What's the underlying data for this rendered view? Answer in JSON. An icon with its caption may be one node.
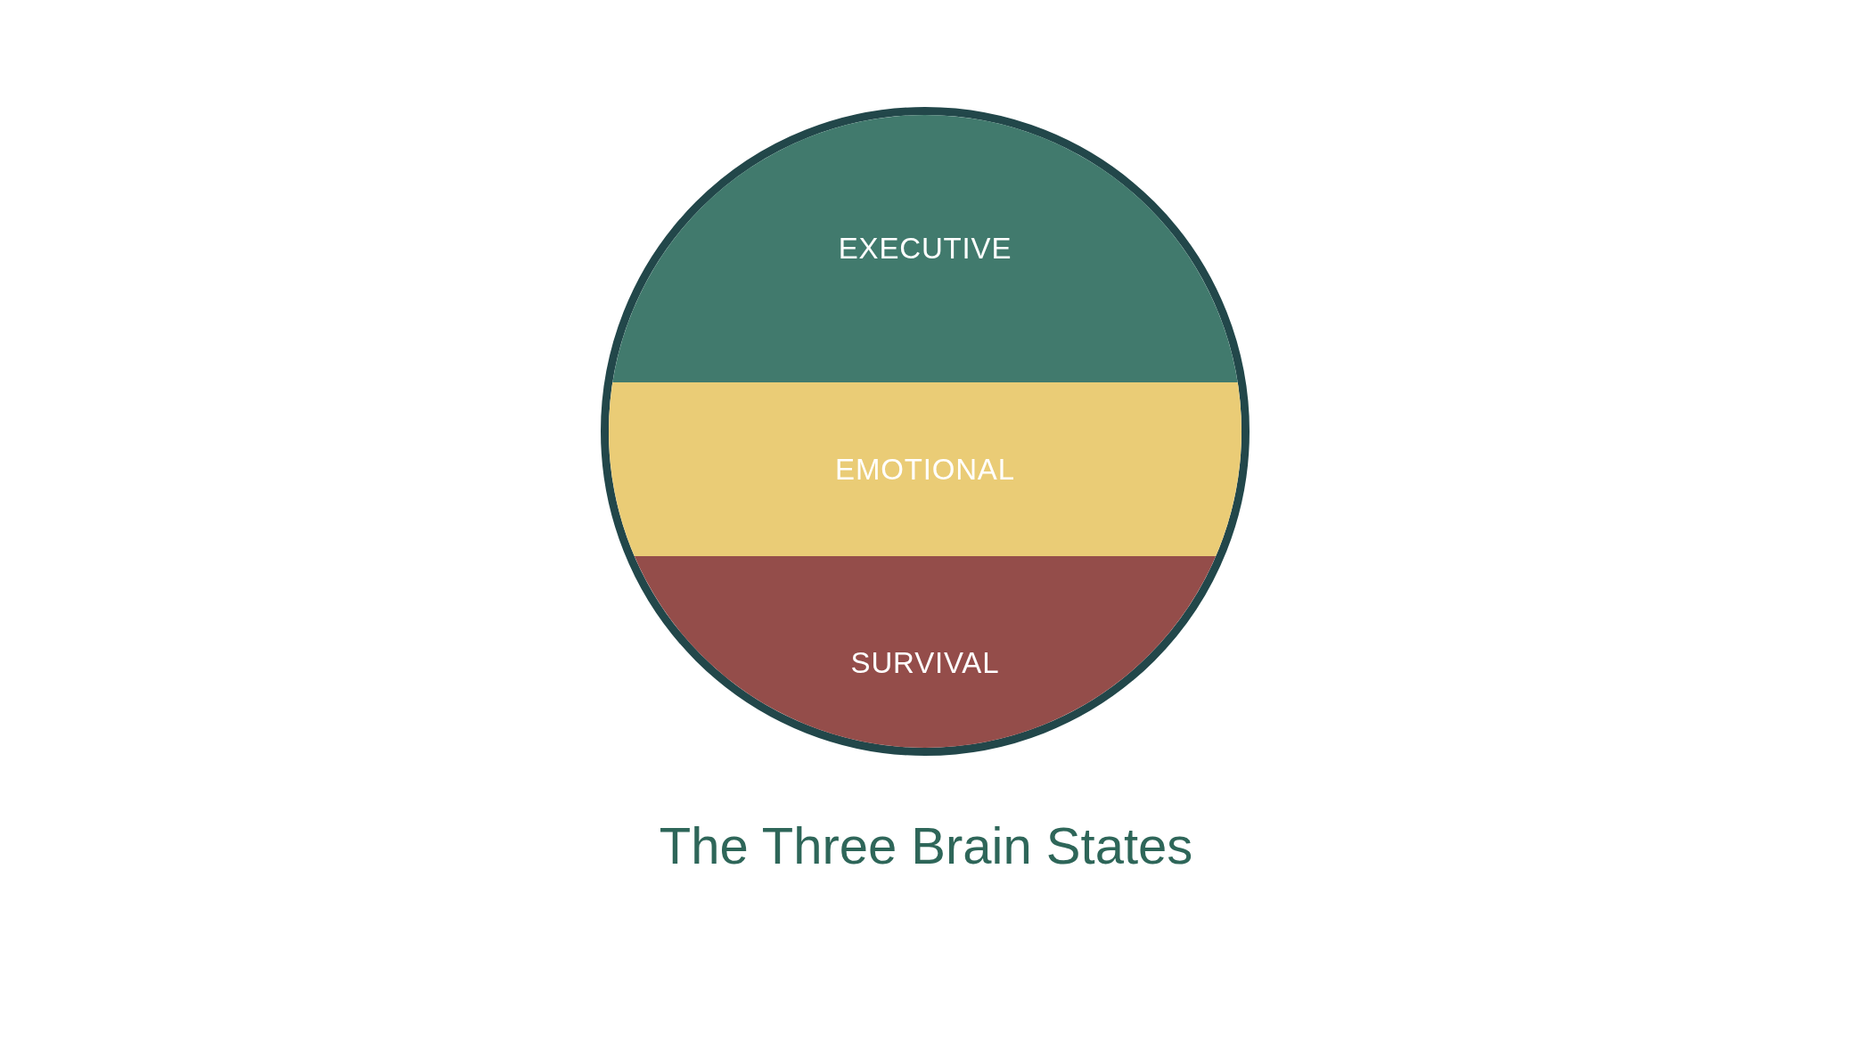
{
  "diagram": {
    "title": "The Three Brain States",
    "nodes": [
      {
        "text": [],
        "shape": "circle"
      },
      {
        "text": [
          "EXECUTIVE"
        ],
        "in": 0
      },
      {
        "text": [
          "EMOTIONAL"
        ],
        "in": 0
      },
      {
        "text": [
          "SURVIVAL"
        ],
        "in": 0
      }
    ]
  }
}
